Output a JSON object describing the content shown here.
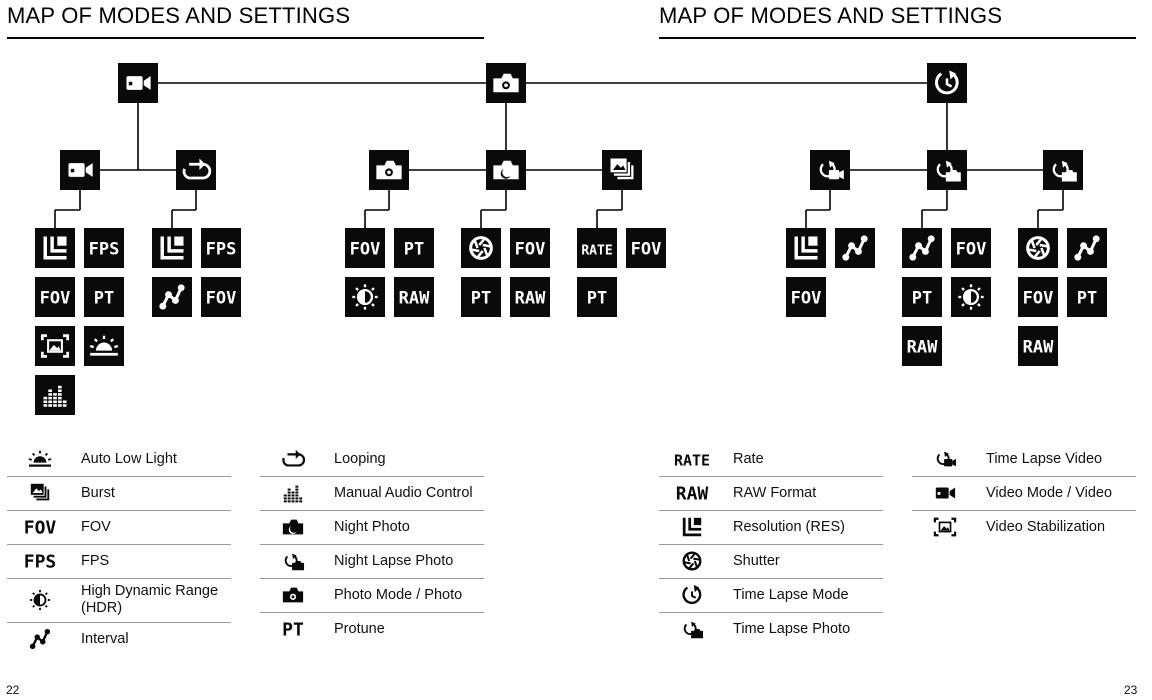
{
  "page": {
    "title_left": "MAP OF MODES AND SETTINGS",
    "title_right": "MAP OF MODES AND SETTINGS",
    "page_left": "22",
    "page_right": "23"
  },
  "text_icons": {
    "fps": "FPS",
    "fov": "FOV",
    "pt": "PT",
    "raw": "RAW",
    "rate": "RATE"
  },
  "diagram": {
    "modes": [
      {
        "icon": "video-icon",
        "submodes": [
          {
            "icon": "video-icon",
            "settings": [
              "resolution-icon",
              "fps",
              "fov",
              "pt",
              "stabilization-icon",
              "lowlight-icon",
              "audio-icon"
            ]
          },
          {
            "icon": "looping-icon",
            "settings": [
              "resolution-icon",
              "fps",
              "interval-icon",
              "fov"
            ]
          }
        ]
      },
      {
        "icon": "photo-icon",
        "submodes": [
          {
            "icon": "photo-icon",
            "settings": [
              "fov",
              "pt",
              "hdr-icon",
              "raw"
            ]
          },
          {
            "icon": "night-photo-icon",
            "settings": [
              "shutter-icon",
              "fov",
              "pt",
              "raw"
            ]
          },
          {
            "icon": "burst-icon",
            "settings": [
              "rate",
              "fov",
              "pt"
            ]
          }
        ]
      },
      {
        "icon": "timelapse-icon",
        "submodes": [
          {
            "icon": "tl-video-icon",
            "settings": [
              "resolution-icon",
              "interval-icon",
              "fov"
            ]
          },
          {
            "icon": "tl-photo-icon",
            "settings": [
              "interval-icon",
              "fov",
              "pt",
              "hdr-icon",
              "raw"
            ]
          },
          {
            "icon": "night-lapse-icon",
            "settings": [
              "shutter-icon",
              "interval-icon",
              "fov",
              "pt",
              "raw"
            ]
          }
        ]
      }
    ]
  },
  "legend": [
    [
      {
        "icon": "lowlight-icon",
        "label": "Auto Low Light"
      },
      {
        "icon": "burst-icon",
        "label": "Burst"
      },
      {
        "icon": "fov",
        "label": "FOV"
      },
      {
        "icon": "fps",
        "label": "FPS"
      },
      {
        "icon": "hdr-icon",
        "label": "High Dynamic Range (HDR)"
      },
      {
        "icon": "interval-icon",
        "label": "Interval"
      }
    ],
    [
      {
        "icon": "looping-icon",
        "label": "Looping"
      },
      {
        "icon": "audio-icon",
        "label": "Manual Audio Control"
      },
      {
        "icon": "night-photo-icon",
        "label": "Night Photo"
      },
      {
        "icon": "night-lapse-icon",
        "label": "Night Lapse Photo"
      },
      {
        "icon": "photo-icon",
        "label": "Photo Mode / Photo"
      },
      {
        "icon": "pt",
        "label": "Protune"
      }
    ],
    [
      {
        "icon": "rate",
        "label": "Rate"
      },
      {
        "icon": "raw",
        "label": "RAW Format"
      },
      {
        "icon": "resolution-icon",
        "label": "Resolution (RES)"
      },
      {
        "icon": "shutter-icon",
        "label": "Shutter"
      },
      {
        "icon": "timelapse-icon",
        "label": "Time Lapse Mode"
      },
      {
        "icon": "tl-photo-icon",
        "label": "Time Lapse Photo"
      }
    ],
    [
      {
        "icon": "tl-video-icon",
        "label": "Time Lapse Video"
      },
      {
        "icon": "video-icon",
        "label": "Video Mode / Video"
      },
      {
        "icon": "stabilization-icon",
        "label": "Video Stabilization"
      }
    ]
  ]
}
